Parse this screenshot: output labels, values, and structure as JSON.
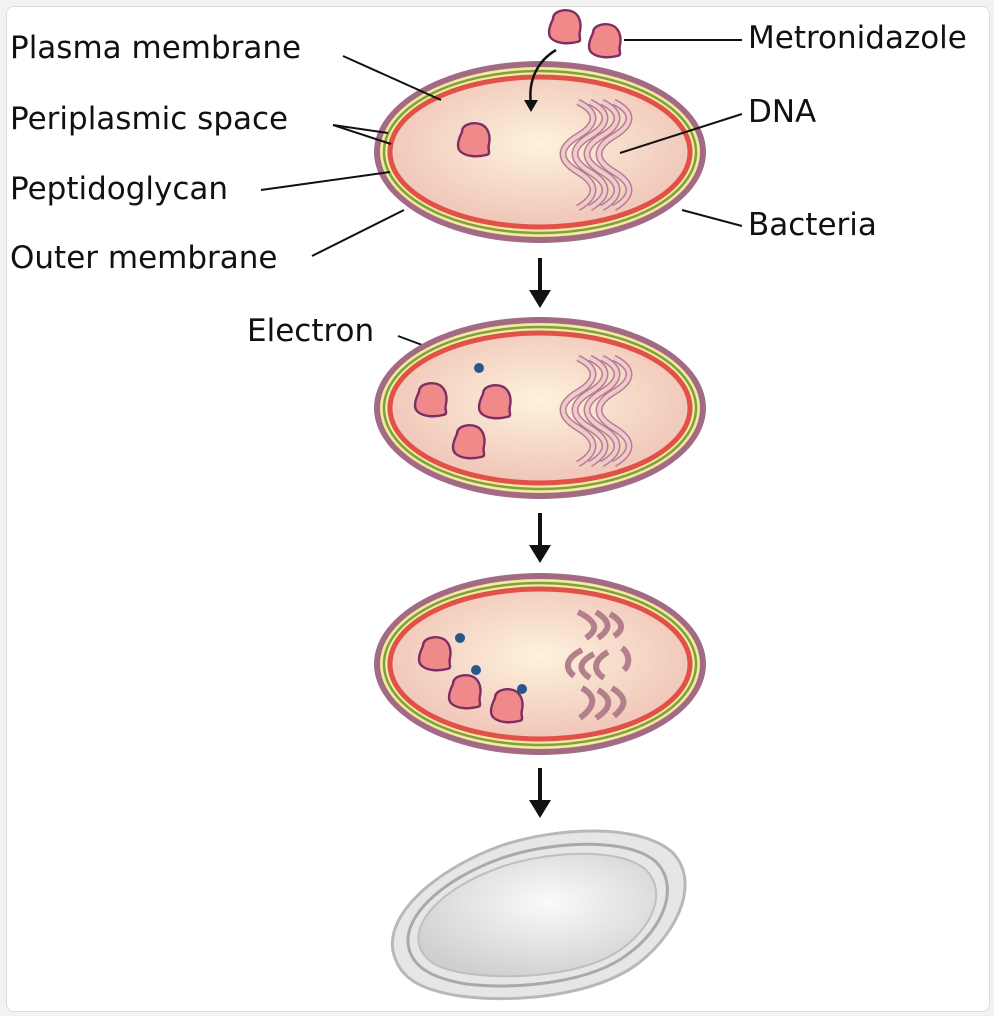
{
  "labels": {
    "plasma_membrane": "Plasma membrane",
    "periplasmic_space": "Periplasmic space",
    "peptidoglycan": "Peptidoglycan",
    "outer_membrane": "Outer membrane",
    "metronidazole": "Metronidazole",
    "dna": "DNA",
    "bacteria": "Bacteria",
    "electron": "Electron"
  },
  "colors": {
    "outer_membrane": "#a36a86",
    "peptidoglycan": "#7fa043",
    "periplasm": "#f2ea9c",
    "plasma_membrane": "#e0514a",
    "cytoplasm_center": "#fdf2dd",
    "cytoplasm_edge": "#efc1b4",
    "drug_fill": "#f08a8a",
    "drug_stroke": "#7d2f63",
    "electron": "#26578f",
    "dna_strand": "#d59fad",
    "dead_cell": "#cfcfcf"
  },
  "stages": [
    {
      "stage": 1,
      "description_visible": false,
      "drug_inside": 1,
      "electrons": 0,
      "dna_intact": true
    },
    {
      "stage": 2,
      "drug_inside": 3,
      "electrons": 1,
      "dna_intact": true
    },
    {
      "stage": 3,
      "drug_inside": 3,
      "electrons": 3,
      "dna_intact": false
    },
    {
      "stage": 4,
      "cell_dead": true
    }
  ]
}
